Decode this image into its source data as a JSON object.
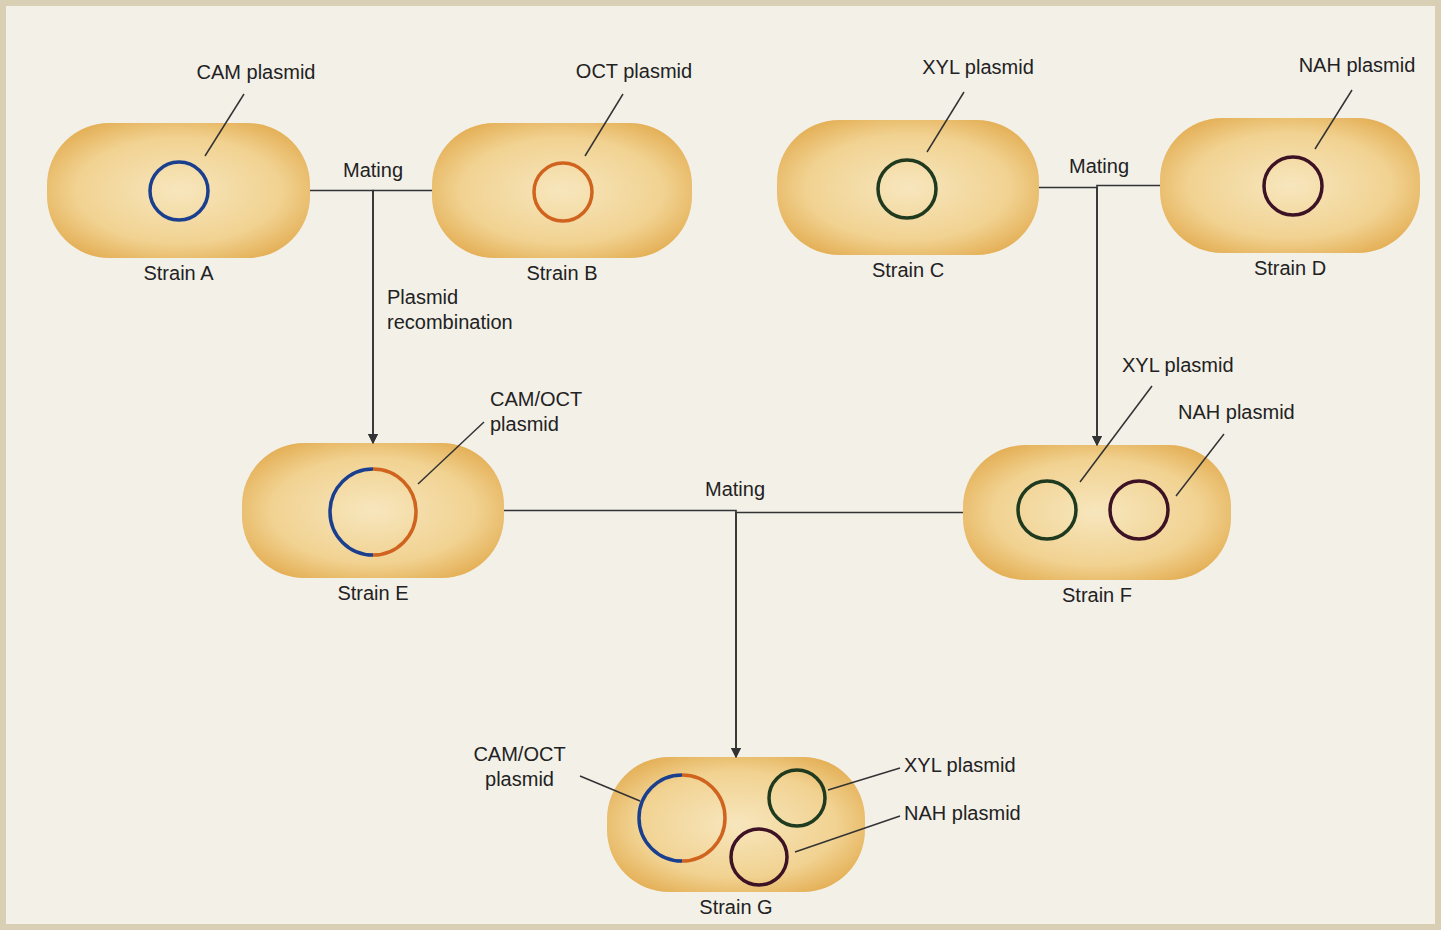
{
  "diagram": {
    "nodes": [
      {
        "text": [
          "Strain A"
        ]
      },
      {
        "text": [
          "Strain B"
        ]
      },
      {
        "text": [
          "Strain C"
        ]
      },
      {
        "text": [
          "Strain D"
        ]
      },
      {
        "text": [
          "Strain E"
        ]
      },
      {
        "text": [
          "Strain F"
        ]
      },
      {
        "text": [
          "Strain G"
        ]
      }
    ],
    "edges": [
      {
        "from": 0,
        "to": 4,
        "arrow": "to"
      },
      {
        "from": 1,
        "to": 4,
        "arrow": "to"
      },
      {
        "from": 2,
        "to": 5,
        "arrow": "to"
      },
      {
        "from": 3,
        "to": 5,
        "arrow": "to"
      },
      {
        "from": 4,
        "to": 6,
        "arrow": "to"
      },
      {
        "from": 5,
        "to": 6,
        "arrow": "to"
      }
    ],
    "labels": [
      "CAM plasmid",
      "OCT plasmid",
      "XYL plasmid",
      "NAH plasmid",
      "Mating",
      "Mating",
      "Mating",
      "Plasmid recombination",
      "CAM/OCT plasmid",
      "XYL plasmid",
      "NAH plasmid",
      "CAM/OCT plasmid",
      "XYL plasmid",
      "NAH plasmid"
    ]
  }
}
